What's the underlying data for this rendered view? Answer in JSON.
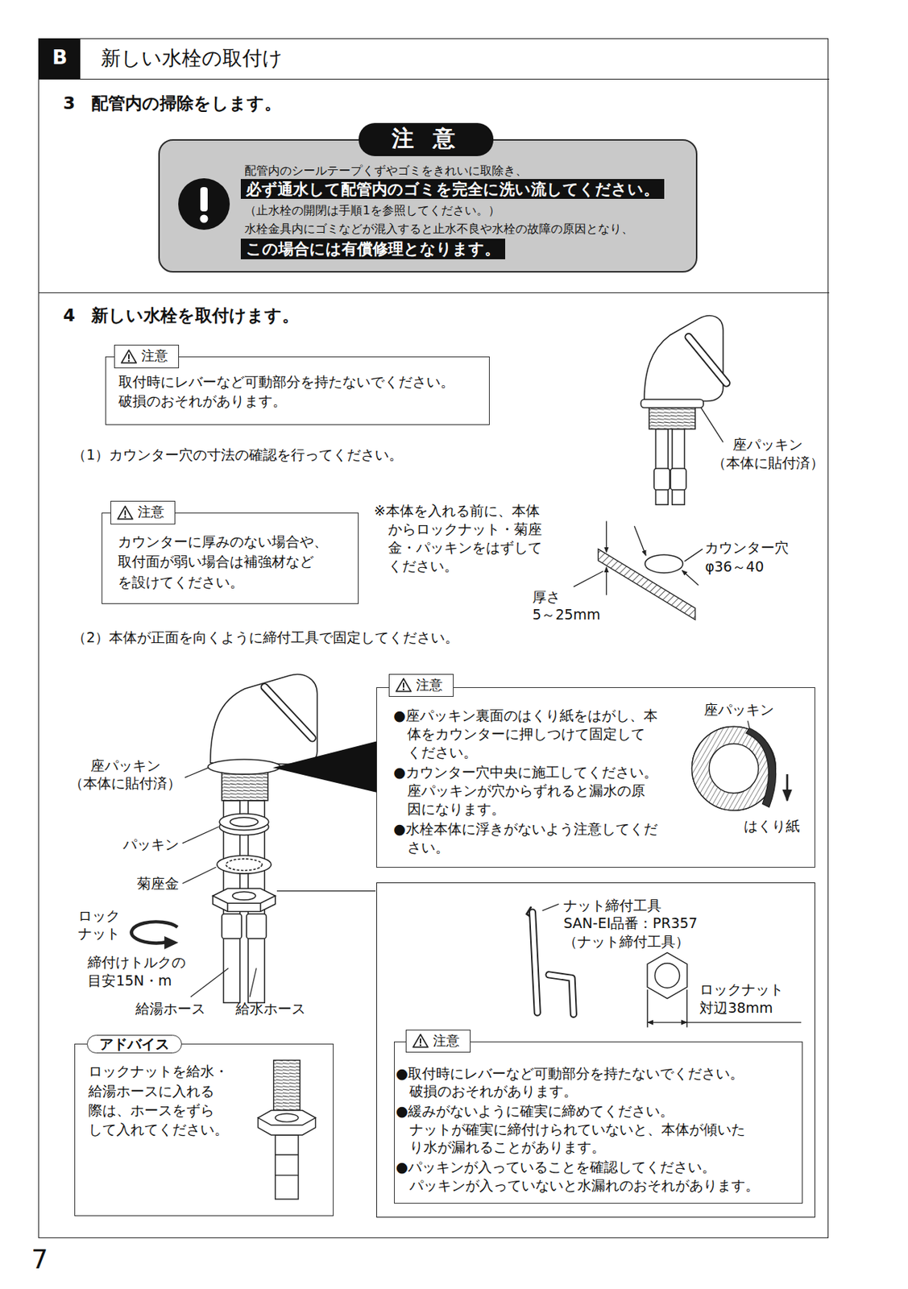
{
  "diagram": {
    "nodes": [
      {
        "text": [
          "B",
          "新しい水栓の取付け"
        ]
      },
      {
        "text": [
          "3 配管内の掃除をします。"
        ],
        "in": 0
      },
      {
        "text": [
          "注 意",
          "配管内のシールテープくずやゴミをきれいに取除き、",
          "必ず通水して配管内のゴミを完全に洗い流してください。",
          "（止水栓の開閉は手順1を参照してください。）",
          "水栓金具内にゴミなどが混入すると止水不良や水栓の故障の原因となり、",
          "この場合には有償修理となります。"
        ],
        "in": 1
      },
      {
        "text": [
          "4 新しい水栓を取付けます。"
        ],
        "in": 0
      },
      {
        "text": [
          "注意",
          "取付時にレバーなど可動部分を持たないでください。 破損のおそれがあります。"
        ],
        "in": 3
      },
      {
        "text": [
          "注意",
          "カウンターに厚みのない場合や、 取付面が弱い場合は補強材など を設けてください。"
        ],
        "in": 3
      },
      {
        "text": [
          "注意",
          "●座パッキン裏面のはくり紙をはがし、本 体をカウンターに押しつけて固定して ください。",
          "●カウンター穴中央に施工してください。 座パッキンが穴からずれると漏水の原 因になります。",
          "●水栓本体に浮きがないよう注意してくだ さい。"
        ],
        "in": 3
      },
      {
        "text": [
          "アドバイス",
          "ロックナットを給水・ 給湯ホースに入れる 際は、ホースをずら して入れてください。"
        ],
        "in": 3
      },
      {
        "text": [
          "ナット締付工具 SAN-EI品番：PR357 （ナット締付工具）",
          "ロックナット 対辺38mm"
        ],
        "in": 3
      },
      {
        "text": [
          "注意",
          "●取付時にレバーなど可動部分を持たないでください。 破損のおそれがあります。",
          "●緩みがないように確実に締めてください。 ナットが確実に締付けられていないと、本体が傾いた り水が漏れることがあります。",
          "●パッキンが入っていることを確認してください。 パッキンが入っていないと水漏れのおそれがあります。"
        ],
        "in": 8
      }
    ],
    "labels": [
      "（1）カウンター穴の寸法の確認を行ってください。",
      "※本体を入れる前に、本体 からロックナット・菊座 金・パッキンをはずして ください。",
      "座パッキン （本体に貼付済）",
      "カウンター穴 φ36～40",
      "厚さ 5～25mm",
      "（2）本体が正面を向くように締付工具で固定してください。",
      "座パッキン （本体に貼付済）",
      "パッキン",
      "菊座金",
      "ロック ナット",
      "締付けトルクの 目安15N・m",
      "給湯ホース",
      "給水ホース",
      "座パッキン",
      "はくり紙",
      "7"
    ]
  }
}
